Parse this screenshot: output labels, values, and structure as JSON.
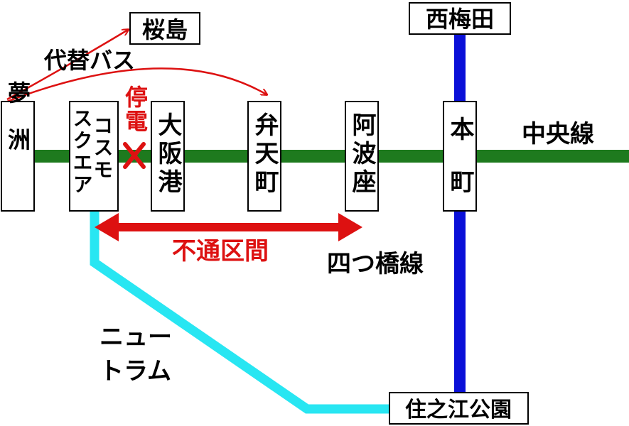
{
  "stations": {
    "yumeshima": "夢洲",
    "cosmosquare_line1": "コスモ",
    "cosmosquare_line2": "スクエア",
    "osakako": "大阪港",
    "bentencho": "弁天町",
    "awaza": "阿波座",
    "hommachi": "本町",
    "nishiumeda": "西梅田",
    "sakurajima": "桜島",
    "suminoekoen": "住之江公園"
  },
  "lines": {
    "chuo": "中央線",
    "yotsubashi": "四つ橋線",
    "newtram_line1": "ニュー",
    "newtram_line2": "トラム"
  },
  "annotations": {
    "alternative_bus": "代替バス",
    "power_outage": "停電",
    "suspended_section": "不通区間"
  },
  "colors": {
    "chuo_line": "#1e7a1e",
    "yotsubashi_line": "#0a10d8",
    "newtram_line": "#28e6f2",
    "alert_red": "#dd1111"
  }
}
